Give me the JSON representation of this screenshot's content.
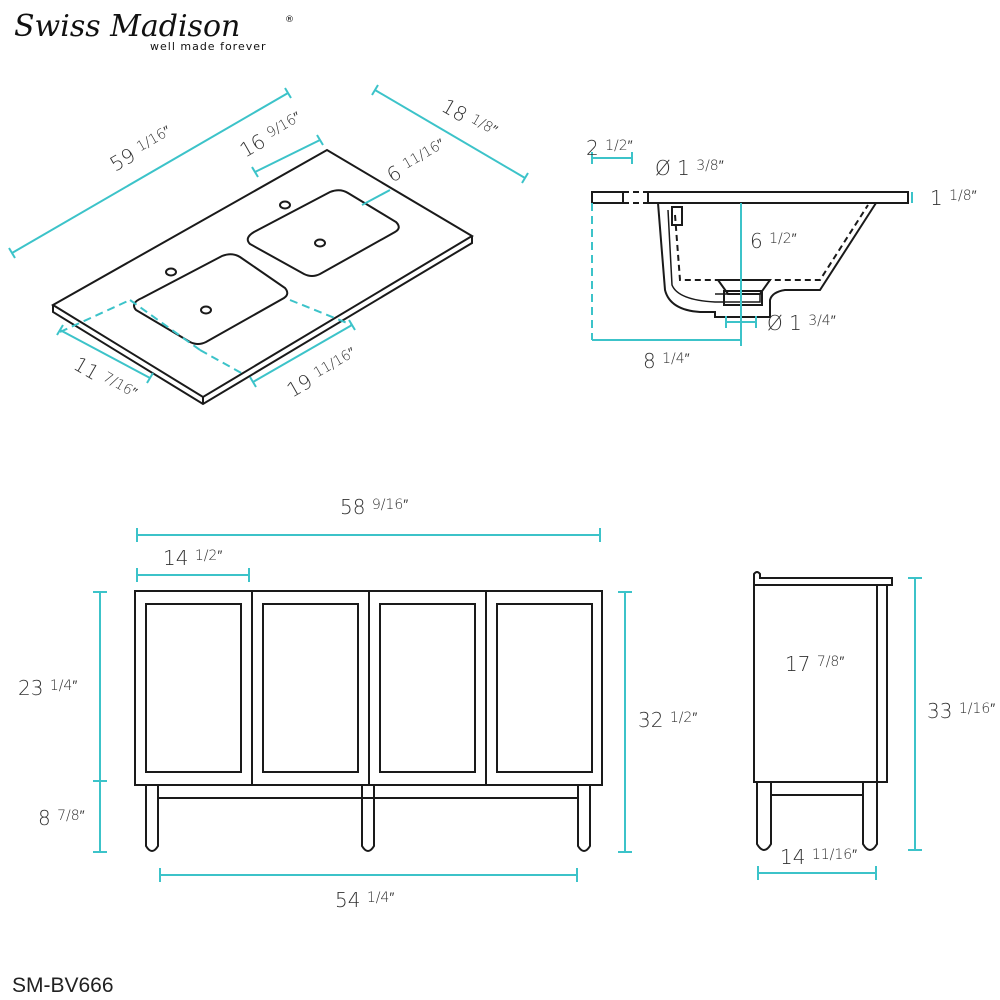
{
  "brand": {
    "name": "Swiss Madison",
    "tagline": "well made forever",
    "registered": "®"
  },
  "model": "SM-BV666",
  "colors": {
    "dimension": "#3cc3c9",
    "outline": "#1a1a1a"
  },
  "countertop": {
    "length": {
      "whole": "59",
      "frac": "1/16″"
    },
    "sink_spacing": {
      "whole": "16",
      "frac": "9/16″"
    },
    "depth": {
      "whole": "18",
      "frac": "1/8″"
    },
    "back_to_sink": {
      "whole": "6",
      "frac": "11/16″"
    },
    "sink_depth": {
      "whole": "11",
      "frac": "7/16″"
    },
    "sink_width": {
      "whole": "19",
      "frac": "11/16″"
    }
  },
  "sink_profile": {
    "faucet_offset": {
      "whole": "2",
      "frac": "1/2″"
    },
    "faucet_hole": {
      "whole": "Ø 1",
      "frac": "3/8″"
    },
    "top_thickness": {
      "whole": "1",
      "frac": "1/8″"
    },
    "bowl_depth": {
      "whole": "6",
      "frac": "1/2″"
    },
    "drain": {
      "whole": "Ø 1",
      "frac": "3/4″"
    },
    "drain_offset": {
      "whole": "8",
      "frac": "1/4″"
    }
  },
  "front_view": {
    "width": {
      "whole": "58",
      "frac": "9/16″"
    },
    "door_width": {
      "whole": "14",
      "frac": "1/2″"
    },
    "cabinet_height": {
      "whole": "23",
      "frac": "1/4″"
    },
    "leg_height": {
      "whole": "8",
      "frac": "7/8″"
    },
    "total_height": {
      "whole": "32",
      "frac": "1/2″"
    },
    "leg_span": {
      "whole": "54",
      "frac": "1/4″"
    }
  },
  "side_view": {
    "depth": {
      "whole": "17",
      "frac": "7/8″"
    },
    "total_height": {
      "whole": "33",
      "frac": "1/16″"
    },
    "leg_span": {
      "whole": "14",
      "frac": "11/16″"
    }
  }
}
